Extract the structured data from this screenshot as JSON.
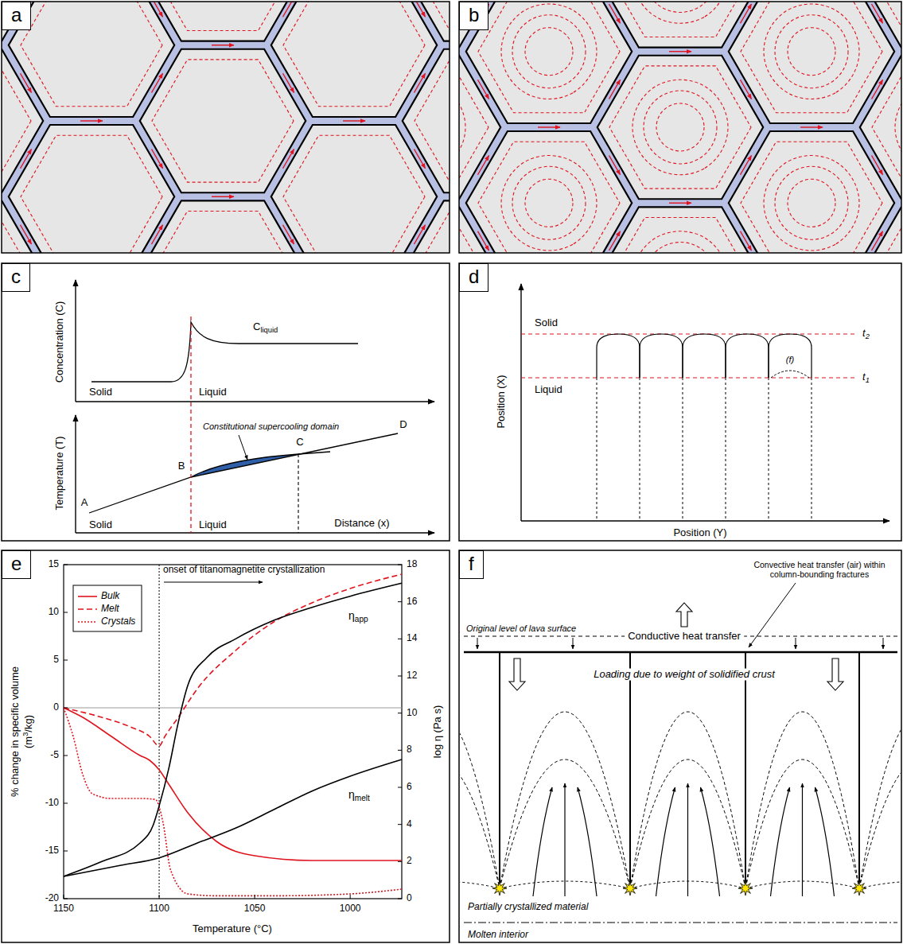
{
  "diagram": {
    "nodes": [
      {
        "text": [
          "a"
        ]
      },
      {
        "text": [
          "b"
        ]
      },
      {
        "text": [
          "c"
        ]
      },
      {
        "text": [
          "d"
        ]
      },
      {
        "text": [
          "e"
        ]
      },
      {
        "text": [
          "f"
        ]
      }
    ],
    "labels": [
      "Concentration (C)",
      "C",
      "liquid",
      "Solid",
      "Liquid",
      "Temperature (T)",
      "Constitutional supercooling domain",
      "A",
      "B",
      "C",
      "D",
      "Solid",
      "Liquid",
      "Distance (x)",
      "Position (X)",
      "Solid",
      "t",
      "2",
      "Liquid",
      "t",
      "1",
      "(f)",
      "Position (Y)",
      "onset of titanomagnetite crystallization",
      "% change in specific volume",
      "(m",
      "3",
      "/kg)",
      "log η (Pa s)",
      "η",
      "app",
      "η",
      "melt",
      "15",
      "10",
      "5",
      "0",
      "-5",
      "-10",
      "-15",
      "-20",
      "18",
      "16",
      "14",
      "12",
      "10",
      "8",
      "6",
      "4",
      "2",
      "0",
      "1150",
      "1100",
      "1050",
      "1000",
      "Temperature (°C)",
      "Convective heat transfer (air) within column-bounding fractures",
      "Original level of lava surface",
      "Conductive heat transfer",
      "Loading due to weight of solidified crust",
      "Partially crystallized material",
      "Molten interior"
    ],
    "legend": [
      {
        "text": "Bulk"
      },
      {
        "text": "Melt"
      },
      {
        "text": "Crystals"
      }
    ]
  }
}
